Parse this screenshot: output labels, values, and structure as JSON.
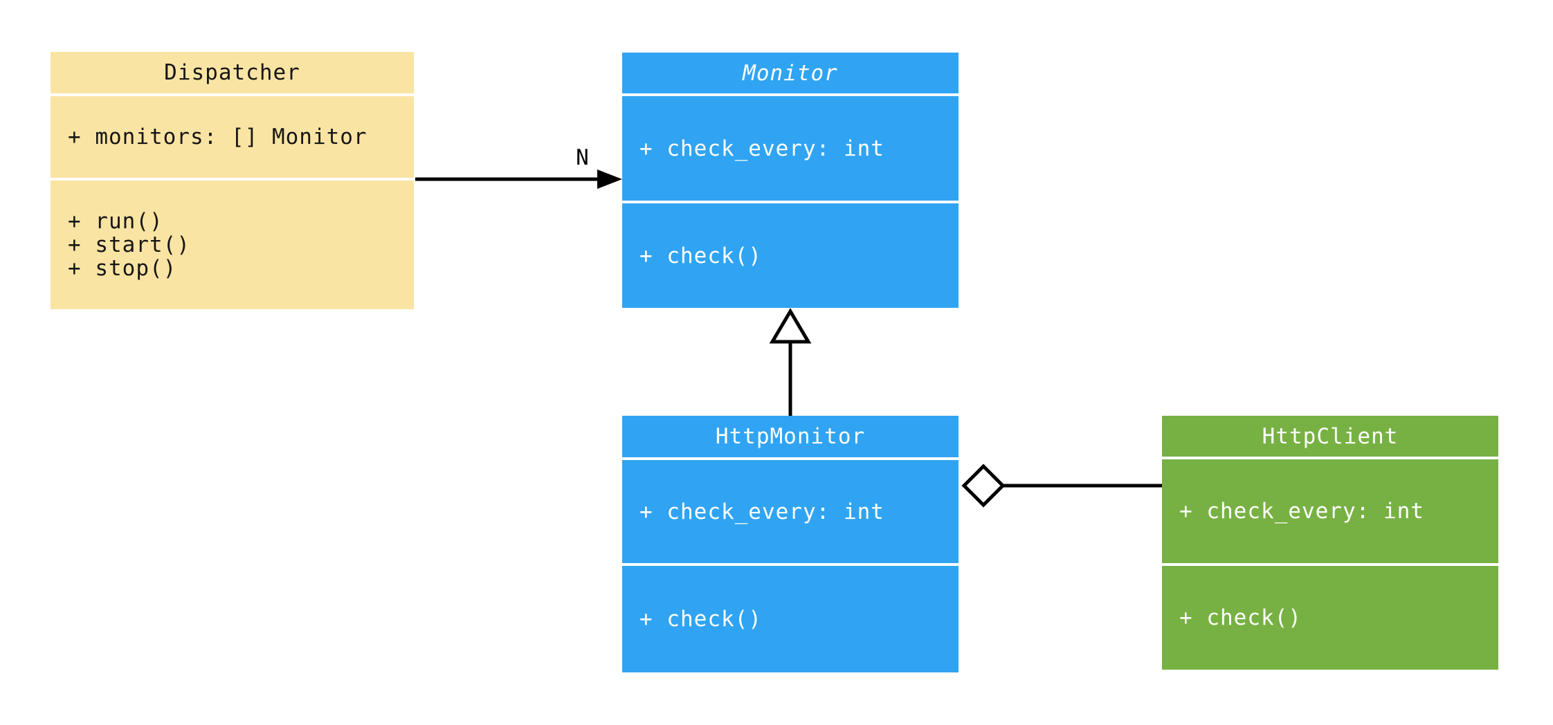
{
  "diagram": {
    "type": "uml-class-diagram",
    "background": "#FFFFFF",
    "connector_color": "#000000",
    "classes": [
      {
        "name": "Dispatcher",
        "title": "Dispatcher",
        "abstract": false,
        "fill": "#FAE4A3",
        "text_color": "#161616",
        "attributes": [
          "+ monitors: [] Monitor"
        ],
        "methods": [
          "+ run()",
          "+ start()",
          "+ stop()"
        ]
      },
      {
        "name": "Monitor",
        "title": "Monitor",
        "abstract": true,
        "fill": "#30A4F2",
        "text_color": "#FFFFFF",
        "attributes": [
          "+ check_every: int"
        ],
        "methods": [
          "+ check()"
        ]
      },
      {
        "name": "HttpMonitor",
        "title": "HttpMonitor",
        "abstract": false,
        "fill": "#30A4F2",
        "text_color": "#FFFFFF",
        "attributes": [
          "+ check_every: int"
        ],
        "methods": [
          "+ check()"
        ]
      },
      {
        "name": "HttpClient",
        "title": "HttpClient",
        "abstract": false,
        "fill": "#77B143",
        "text_color": "#FFFFFF",
        "attributes": [
          "+ check_every: int"
        ],
        "methods": [
          "+ check()"
        ]
      }
    ],
    "relationships": [
      {
        "type": "association",
        "from": "Dispatcher",
        "to": "Monitor",
        "label": "N",
        "head": "filled-arrow"
      },
      {
        "type": "inheritance",
        "from": "HttpMonitor",
        "to": "Monitor",
        "label": "",
        "head": "hollow-triangle"
      },
      {
        "type": "aggregation",
        "from": "HttpMonitor",
        "to": "HttpClient",
        "label": "",
        "head": "hollow-diamond"
      }
    ]
  }
}
